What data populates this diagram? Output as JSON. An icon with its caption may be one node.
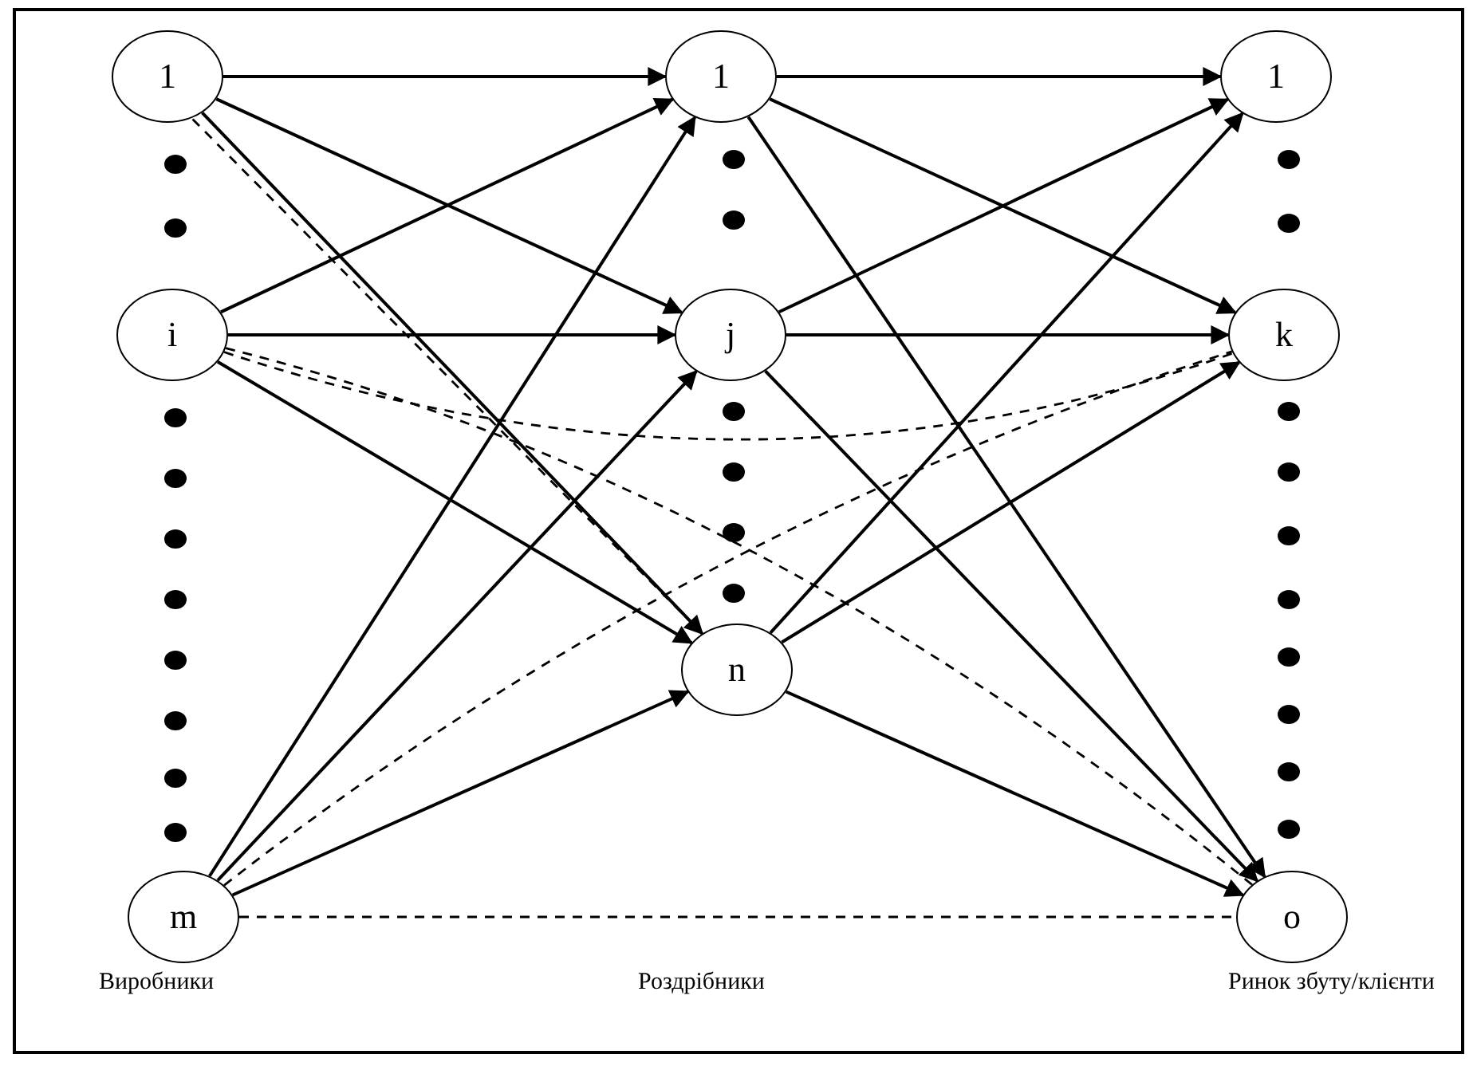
{
  "diagram": {
    "nodes": [
      {
        "text": [
          "1"
        ]
      },
      {
        "text": [
          "i"
        ]
      },
      {
        "text": [
          "m"
        ]
      },
      {
        "text": [
          "1"
        ]
      },
      {
        "text": [
          "j"
        ]
      },
      {
        "text": [
          "n"
        ]
      },
      {
        "text": [
          "1"
        ]
      },
      {
        "text": [
          "k"
        ]
      },
      {
        "text": [
          "o"
        ]
      }
    ],
    "edges": [
      {
        "from": 0,
        "to": 3,
        "arrow": "to"
      },
      {
        "from": 0,
        "to": 4,
        "arrow": "to"
      },
      {
        "from": 0,
        "to": 5,
        "arrow": "to"
      },
      {
        "from": 1,
        "to": 3,
        "arrow": "to"
      },
      {
        "from": 1,
        "to": 4,
        "arrow": "to"
      },
      {
        "from": 1,
        "to": 5,
        "arrow": "to"
      },
      {
        "from": 2,
        "to": 3,
        "arrow": "to"
      },
      {
        "from": 2,
        "to": 4,
        "arrow": "to"
      },
      {
        "from": 2,
        "to": 5,
        "arrow": "to"
      },
      {
        "from": 3,
        "to": 6,
        "arrow": "to"
      },
      {
        "from": 3,
        "to": 7,
        "arrow": "to"
      },
      {
        "from": 3,
        "to": 8,
        "arrow": "to"
      },
      {
        "from": 4,
        "to": 6,
        "arrow": "to"
      },
      {
        "from": 4,
        "to": 7,
        "arrow": "to"
      },
      {
        "from": 4,
        "to": 8,
        "arrow": "to"
      },
      {
        "from": 5,
        "to": 6,
        "arrow": "to"
      },
      {
        "from": 5,
        "to": 7,
        "arrow": "to"
      },
      {
        "from": 5,
        "to": 8,
        "arrow": "to"
      },
      {
        "from": 0,
        "to": 5,
        "arrow": "none",
        "style": "dashed"
      },
      {
        "from": 1,
        "to": 7,
        "arrow": "none",
        "style": "dashed"
      },
      {
        "from": 1,
        "to": 8,
        "arrow": "none",
        "style": "dashed"
      },
      {
        "from": 2,
        "to": 7,
        "arrow": "none",
        "style": "dashed"
      },
      {
        "from": 2,
        "to": 8,
        "arrow": "none",
        "style": "dashed"
      }
    ],
    "labels": [
      "Виробники",
      "Роздрібники",
      "Ринок збуту/клієнти"
    ]
  }
}
